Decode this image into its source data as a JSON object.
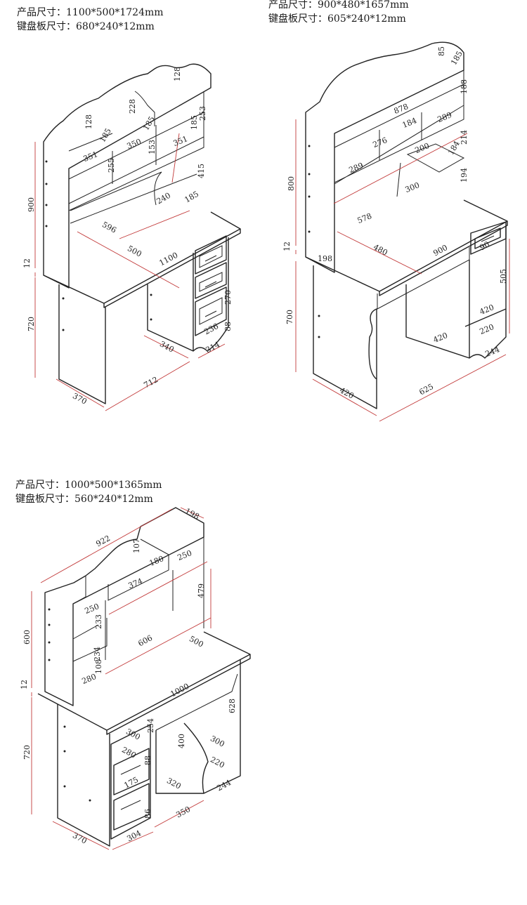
{
  "desks": [
    {
      "product_size": "产品尺寸：1100*500*1724mm",
      "keyboard_size": "键盘板尺寸：680*240*12mm",
      "dims": {
        "w1": "128",
        "w2": "228",
        "w3": "253",
        "w4": "128",
        "w5": "185",
        "w6": "185",
        "w7": "351",
        "w8": "350",
        "w9": "351",
        "w10": "185",
        "w11": "153",
        "w12": "255",
        "w13": "415",
        "w14": "240",
        "w15": "185",
        "w16": "900",
        "w17": "12",
        "w18": "596",
        "w19": "500",
        "w20": "1100",
        "w21": "720",
        "w22": "340",
        "w23": "314",
        "w24": "712",
        "w25": "370",
        "w26": "270",
        "w27": "236",
        "w28": "88"
      }
    },
    {
      "product_size": "产品尺寸：900*480*1657mm",
      "keyboard_size": "键盘板尺寸：605*240*12mm",
      "dims": {
        "d1": "85",
        "d2": "185",
        "d3": "188",
        "d4": "878",
        "d5": "289",
        "d6": "184",
        "d7": "276",
        "d8": "200",
        "d9": "214",
        "d10": "184",
        "d11": "194",
        "d12": "289",
        "d13": "300",
        "d14": "578",
        "d15": "800",
        "d16": "12",
        "d17": "198",
        "d18": "480",
        "d19": "900",
        "d20": "700",
        "d21": "505",
        "d22": "420",
        "d23": "220",
        "d24": "420",
        "d25": "244",
        "d26": "625",
        "d27": "420",
        "d28": "90"
      }
    },
    {
      "product_size": "产品尺寸：1000*500*1365mm",
      "keyboard_size": "键盘板尺寸：560*240*12mm",
      "dims": {
        "t1": "198",
        "t2": "922",
        "t3": "107",
        "t4": "180",
        "t5": "250",
        "t6": "374",
        "t7": "479",
        "t8": "250",
        "t9": "233",
        "t10": "600",
        "t11": "606",
        "t12": "500",
        "t13": "234",
        "t14": "108",
        "t15": "280",
        "t16": "12",
        "t17": "1000",
        "t18": "628",
        "t19": "254",
        "t20": "300",
        "t21": "300",
        "t22": "280",
        "t23": "400",
        "t24": "220",
        "t25": "320",
        "t26": "244",
        "t27": "720",
        "t28": "370",
        "t29": "304",
        "t30": "350",
        "t31": "88",
        "t32": "86",
        "t33": "175"
      }
    }
  ]
}
